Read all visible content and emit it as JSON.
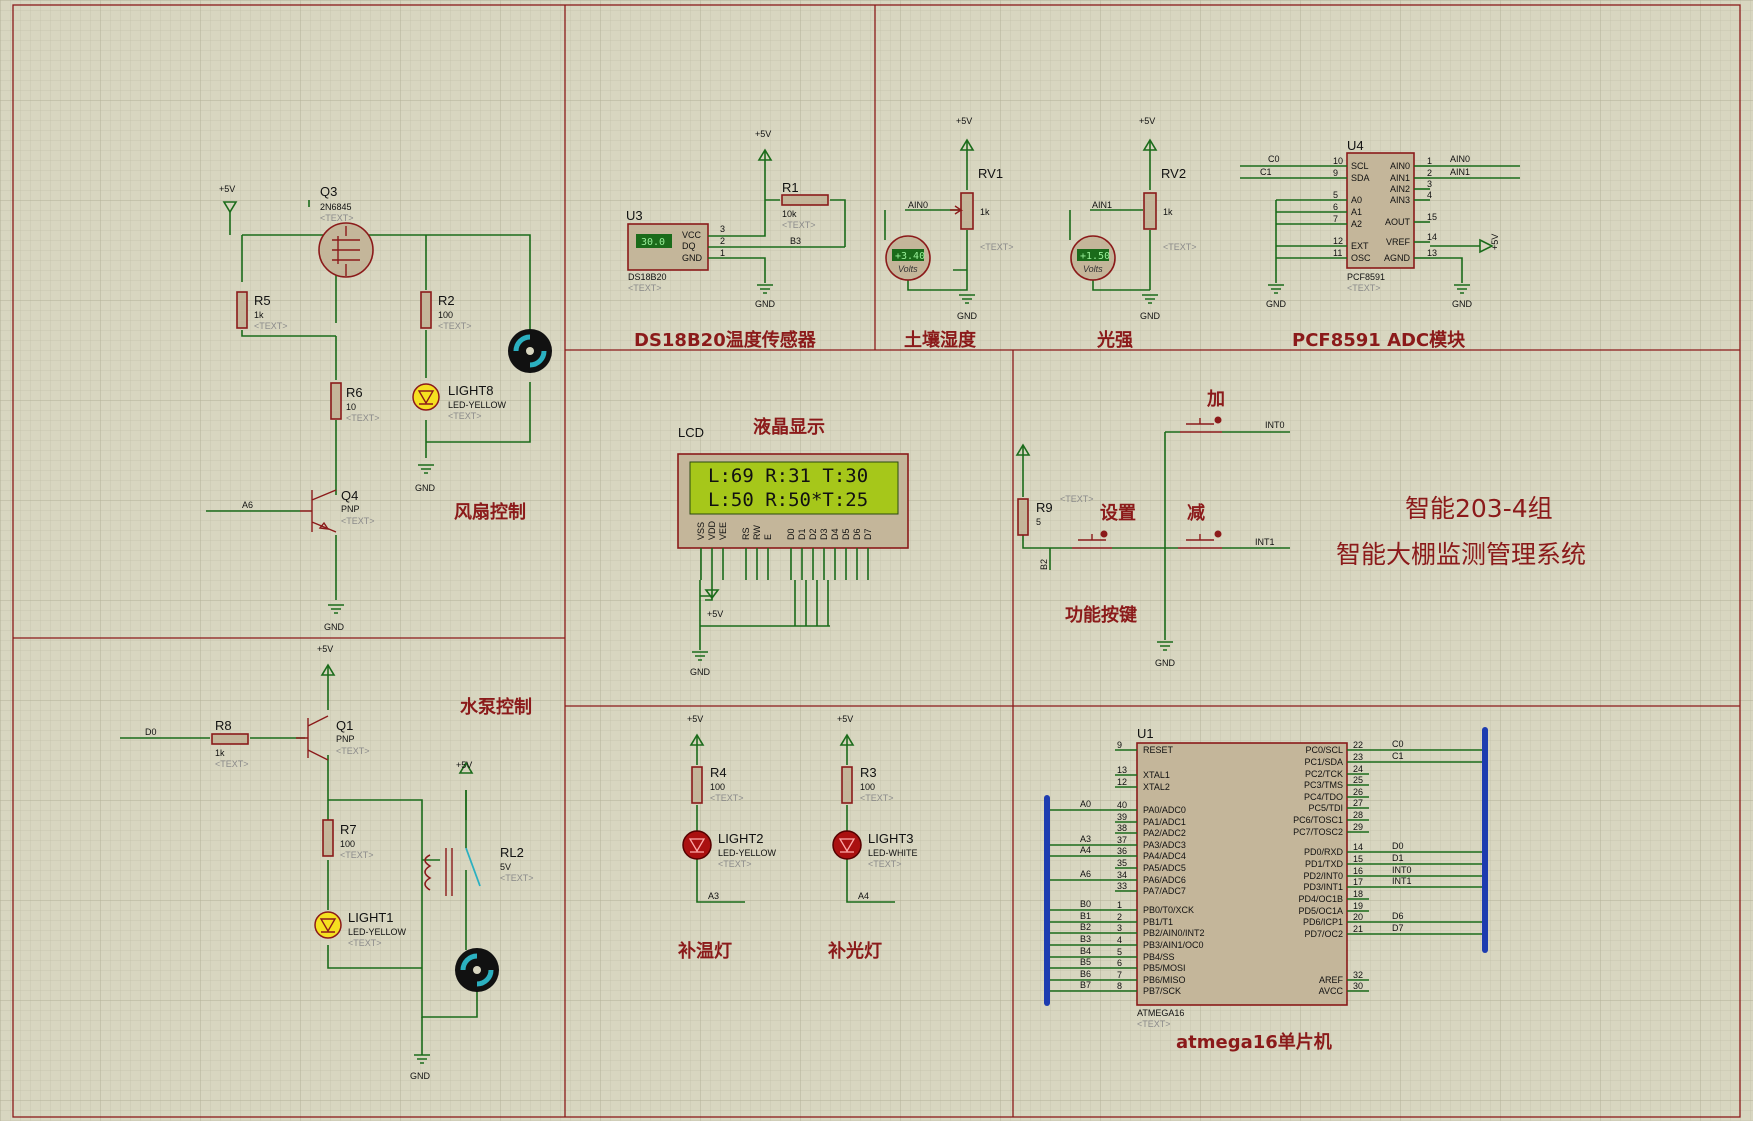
{
  "sections": {
    "fan": "风扇控制",
    "pump": "水泵控制",
    "temp_sensor": "DS18B20温度传感器",
    "soil": "土壤湿度",
    "light": "光强",
    "adc": "PCF8591 ADC模块",
    "lcd": "液晶显示",
    "keys": "功能按键",
    "heat_lamp": "补温灯",
    "fill_lamp": "补光灯",
    "mcu": "atmega16单片机"
  },
  "project": {
    "group": "智能203-4组",
    "system": "智能大棚监测管理系统"
  },
  "lcd": {
    "label": "LCD",
    "line1": "L:69 R:31 T:30",
    "line2": "L:50 R:50*T:25",
    "pins": [
      "VSS",
      "VDD",
      "VEE",
      "RS",
      "RW",
      "E",
      "D0",
      "D1",
      "D2",
      "D3",
      "D4",
      "D5",
      "D6",
      "D7"
    ]
  },
  "u3": {
    "ref": "U3",
    "part": "DS18B20",
    "text": "<TEXT>",
    "reading": "30.0",
    "pins": [
      "VCC",
      "DQ",
      "GND"
    ],
    "pin_nums": [
      "3",
      "2",
      "1"
    ],
    "net": "B3"
  },
  "r1": {
    "ref": "R1",
    "value": "10k",
    "text": "<TEXT>"
  },
  "rv1": {
    "ref": "RV1",
    "value": "1k",
    "text": "<TEXT>",
    "net": "AIN0",
    "meter": "+3.40",
    "unit": "Volts"
  },
  "rv2": {
    "ref": "RV2",
    "value": "1k",
    "text": "<TEXT>",
    "net": "AIN1",
    "meter": "+1.50",
    "unit": "Volts"
  },
  "u4": {
    "ref": "U4",
    "part": "PCF8591",
    "text": "<TEXT>",
    "left_pins": [
      "SCL",
      "SDA",
      "A0",
      "A1",
      "A2",
      "EXT",
      "OSC"
    ],
    "left_nums": [
      "10",
      "9",
      "5",
      "6",
      "7",
      "12",
      "11"
    ],
    "right_pins": [
      "AIN0",
      "AIN1",
      "AIN2",
      "AIN3",
      "AOUT",
      "VREF",
      "AGND"
    ],
    "right_nums": [
      "1",
      "2",
      "3",
      "4",
      "15",
      "14",
      "13"
    ],
    "nets": {
      "scl": "C0",
      "sda": "C1",
      "ain0": "AIN0",
      "ain1": "AIN1",
      "vref": "+5V"
    }
  },
  "fan": {
    "q3": {
      "ref": "Q3",
      "part": "2N6845",
      "text": "<TEXT>"
    },
    "r5": {
      "ref": "R5",
      "value": "1k",
      "text": "<TEXT>"
    },
    "r2": {
      "ref": "R2",
      "value": "100",
      "text": "<TEXT>"
    },
    "r6": {
      "ref": "R6",
      "value": "10",
      "text": "<TEXT>"
    },
    "light8": {
      "ref": "LIGHT8",
      "part": "LED-YELLOW",
      "text": "<TEXT>"
    },
    "q4": {
      "ref": "Q4",
      "part": "PNP",
      "text": "<TEXT>",
      "net": "A6"
    }
  },
  "pump": {
    "q1": {
      "ref": "Q1",
      "part": "PNP",
      "text": "<TEXT>"
    },
    "r8": {
      "ref": "R8",
      "value": "1k",
      "text": "<TEXT>",
      "net": "D0"
    },
    "r7": {
      "ref": "R7",
      "value": "100",
      "text": "<TEXT>"
    },
    "light1": {
      "ref": "LIGHT1",
      "part": "LED-YELLOW",
      "text": "<TEXT>"
    },
    "rl2": {
      "ref": "RL2",
      "value": "5V",
      "text": "<TEXT>"
    }
  },
  "lamps": {
    "r4": {
      "ref": "R4",
      "value": "100",
      "text": "<TEXT>"
    },
    "light2": {
      "ref": "LIGHT2",
      "part": "LED-YELLOW",
      "text": "<TEXT>",
      "net": "A3"
    },
    "r3": {
      "ref": "R3",
      "value": "100",
      "text": "<TEXT>"
    },
    "light3": {
      "ref": "LIGHT3",
      "part": "LED-WHITE",
      "text": "<TEXT>",
      "net": "A4"
    }
  },
  "keys": {
    "r9": {
      "ref": "R9",
      "value": "5",
      "text": "<TEXT>"
    },
    "plus": "加",
    "set": "设置",
    "minus": "减",
    "net_b2": "B2",
    "int0": "INT0",
    "int1": "INT1"
  },
  "u1": {
    "ref": "U1",
    "part": "ATMEGA16",
    "text": "<TEXT>",
    "left": [
      {
        "num": "9",
        "pin": "RESET"
      },
      {
        "num": "13",
        "pin": "XTAL1"
      },
      {
        "num": "12",
        "pin": "XTAL2"
      },
      {
        "num": "40",
        "pin": "PA0/ADC0",
        "net": "A0"
      },
      {
        "num": "39",
        "pin": "PA1/ADC1"
      },
      {
        "num": "38",
        "pin": "PA2/ADC2"
      },
      {
        "num": "37",
        "pin": "PA3/ADC3",
        "net": "A3"
      },
      {
        "num": "36",
        "pin": "PA4/ADC4",
        "net": "A4"
      },
      {
        "num": "35",
        "pin": "PA5/ADC5"
      },
      {
        "num": "34",
        "pin": "PA6/ADC6",
        "net": "A6"
      },
      {
        "num": "33",
        "pin": "PA7/ADC7"
      },
      {
        "num": "1",
        "pin": "PB0/T0/XCK",
        "net": "B0"
      },
      {
        "num": "2",
        "pin": "PB1/T1",
        "net": "B1"
      },
      {
        "num": "3",
        "pin": "PB2/AIN0/INT2",
        "net": "B2"
      },
      {
        "num": "4",
        "pin": "PB3/AIN1/OC0",
        "net": "B3"
      },
      {
        "num": "5",
        "pin": "PB4/SS",
        "net": "B4"
      },
      {
        "num": "6",
        "pin": "PB5/MOSI",
        "net": "B5"
      },
      {
        "num": "7",
        "pin": "PB6/MISO",
        "net": "B6"
      },
      {
        "num": "8",
        "pin": "PB7/SCK",
        "net": "B7"
      }
    ],
    "right": [
      {
        "num": "22",
        "pin": "PC0/SCL",
        "net": "C0"
      },
      {
        "num": "23",
        "pin": "PC1/SDA",
        "net": "C1"
      },
      {
        "num": "24",
        "pin": "PC2/TCK"
      },
      {
        "num": "25",
        "pin": "PC3/TMS"
      },
      {
        "num": "26",
        "pin": "PC4/TDO"
      },
      {
        "num": "27",
        "pin": "PC5/TDI"
      },
      {
        "num": "28",
        "pin": "PC6/TOSC1"
      },
      {
        "num": "29",
        "pin": "PC7/TOSC2"
      },
      {
        "num": "14",
        "pin": "PD0/RXD",
        "net": "D0"
      },
      {
        "num": "15",
        "pin": "PD1/TXD",
        "net": "D1"
      },
      {
        "num": "16",
        "pin": "PD2/INT0",
        "net": "INT0"
      },
      {
        "num": "17",
        "pin": "PD3/INT1",
        "net": "INT1"
      },
      {
        "num": "18",
        "pin": "PD4/OC1B"
      },
      {
        "num": "19",
        "pin": "PD5/OC1A"
      },
      {
        "num": "20",
        "pin": "PD6/ICP1",
        "net": "D6"
      },
      {
        "num": "21",
        "pin": "PD7/OC2",
        "net": "D7"
      },
      {
        "num": "32",
        "pin": "AREF"
      },
      {
        "num": "30",
        "pin": "AVCC"
      }
    ]
  },
  "power": {
    "vcc": "+5V",
    "gnd": "GND"
  }
}
